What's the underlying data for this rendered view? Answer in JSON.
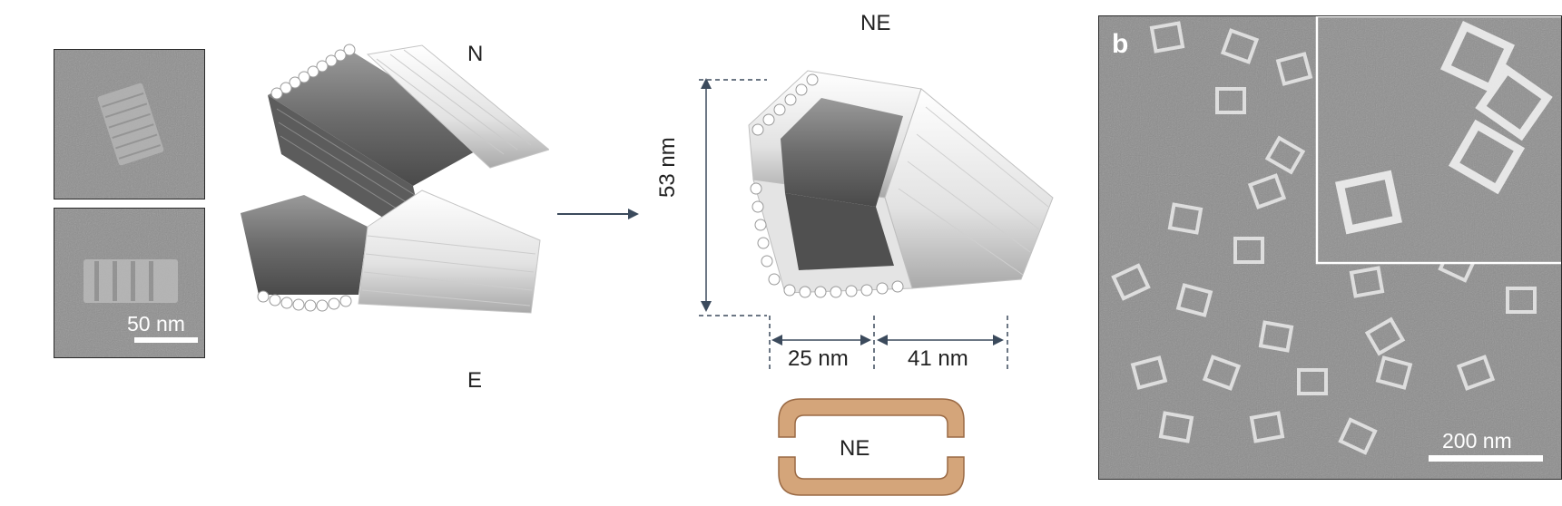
{
  "panel_a": {
    "scale_bar": "50 nm"
  },
  "diagram": {
    "label_top_left": "N",
    "label_bottom_left": "E",
    "label_top_right": "NE",
    "dim_height": "53 nm",
    "dim_width_left": "25 nm",
    "dim_width_right": "41 nm",
    "schematic_label": "NE"
  },
  "panel_b": {
    "letter": "b",
    "scale_bar": "200 nm"
  },
  "colors": {
    "accent_arrow": "#3b4a5c",
    "schematic_fill": "#d4a57a",
    "schematic_stroke": "#9a6a45",
    "micrograph_bg": "#8c8c8c"
  }
}
